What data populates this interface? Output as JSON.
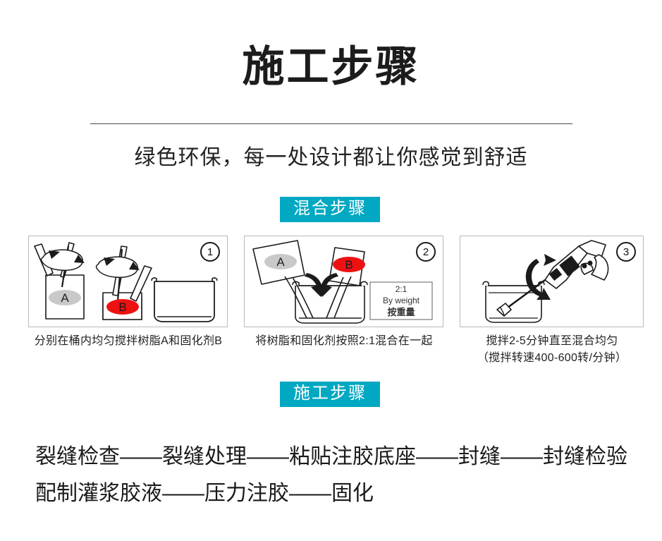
{
  "header": {
    "title": "施工步骤",
    "subtitle": "绿色环保，每一处设计都让你感觉到舒适"
  },
  "sections": {
    "mix_badge": "混合步骤",
    "work_badge": "施工步骤"
  },
  "theme": {
    "badge_bg": "#00a8c2",
    "badge_text": "#ffffff",
    "title_color": "#1c1c1c",
    "marker_a_fill": "#c9c9c9",
    "marker_b_fill": "#ee1111",
    "panel_border": "#b9b9b9",
    "line_color": "#1b1b1b"
  },
  "panels": [
    {
      "number": "1",
      "marker_a": "A",
      "marker_b": "B",
      "caption": "分别在桶内均匀搅拌树脂A和固化剂B",
      "caption_line2": ""
    },
    {
      "number": "2",
      "marker_a": "A",
      "marker_b": "B",
      "ratio_label": "2:1",
      "ratio_note_en": "By weight",
      "ratio_note_cn": "按重量",
      "caption": "将树脂和固化剂按照2:1混合在一起",
      "caption_line2": ""
    },
    {
      "number": "3",
      "caption": "搅拌2-5分钟直至混合均匀",
      "caption_line2": "（搅拌转速400-600转/分钟）"
    }
  ],
  "flow": {
    "line1": "裂缝检查——裂缝处理——粘贴注胶底座——封缝——封缝检验",
    "line2": "配制灌浆胶液——压力注胶——固化"
  }
}
